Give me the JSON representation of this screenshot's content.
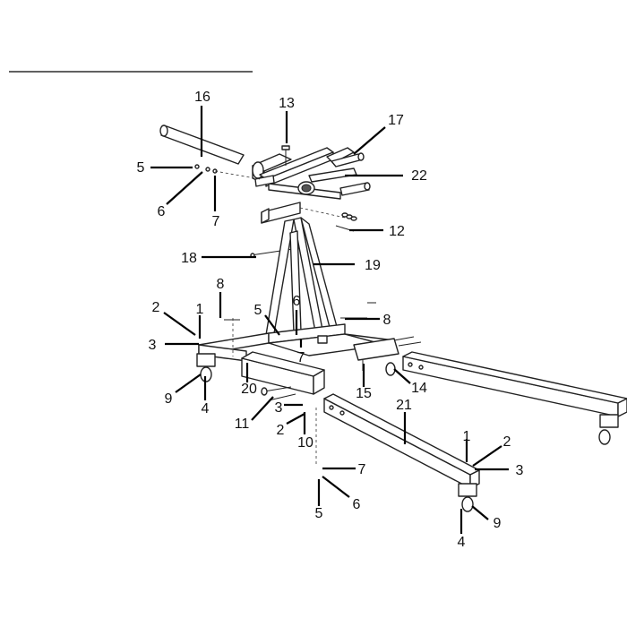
{
  "callouts": {
    "c16": "16",
    "c13": "13",
    "c17": "17",
    "c22": "22",
    "c5_top": "5",
    "c6_top": "6",
    "c7_top": "7",
    "c12": "12",
    "c18": "18",
    "c19": "19",
    "c8_left": "8",
    "c8_right": "8",
    "c2_left": "2",
    "c1_left": "1",
    "c3_left": "3",
    "c5_mid": "5",
    "c6_mid": "6",
    "c7_mid": "7",
    "c9_left": "9",
    "c4_left": "4",
    "c20": "20",
    "c15": "15",
    "c14": "14",
    "c11": "11",
    "c3_mid": "3",
    "c2_mid": "2",
    "c10": "10",
    "c21": "21",
    "c1_right": "1",
    "c2_right": "2",
    "c3_right": "3",
    "c7_bottom": "7",
    "c6_bottom": "6",
    "c5_bottom": "5",
    "c9_right": "9",
    "c4_right": "4"
  }
}
